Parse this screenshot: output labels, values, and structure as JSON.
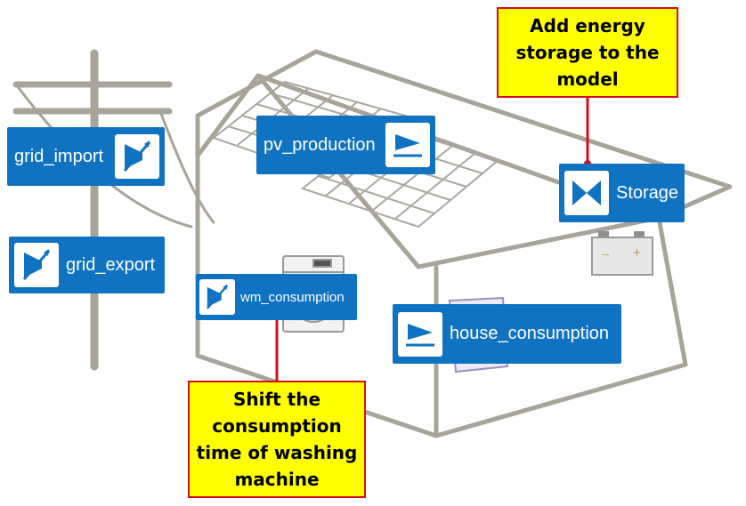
{
  "nodes": {
    "grid_import": {
      "label": "grid_import",
      "icon": "grid-import-icon"
    },
    "grid_export": {
      "label": "grid_export",
      "icon": "grid-export-icon"
    },
    "pv_production": {
      "label": "pv_production",
      "icon": "pv-production-icon"
    },
    "storage": {
      "label": "Storage",
      "icon": "storage-bowtie-icon"
    },
    "wm_consumption": {
      "label": "wm_consumption",
      "icon": "wm-consumption-icon"
    },
    "house_consumption": {
      "label": "house_consumption",
      "icon": "house-consumption-icon"
    }
  },
  "callouts": {
    "storage": {
      "text": "Add energy storage to the model"
    },
    "washing_machine": {
      "text": "Shift the consumption time of washing machine"
    }
  },
  "battery": {
    "minus": "--",
    "plus": "+"
  },
  "colors": {
    "node_blue": "#0f73c2",
    "callout_fill": "#ffff00",
    "callout_border": "#d0101c",
    "sketch_gray": "#a9a59c"
  }
}
